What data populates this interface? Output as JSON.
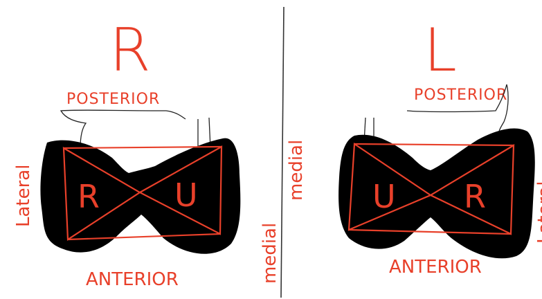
{
  "divider_color": "#333333",
  "accent_color": "#e8402a",
  "left_panel": {
    "side_letter": "R",
    "top_label": "POSTERIOR",
    "bottom_label": "ANTERIOR",
    "outer_label": "Lateral",
    "inner_label": "medial",
    "left_triangle_letter": "R",
    "right_triangle_letter": "U"
  },
  "right_panel": {
    "side_letter": "L",
    "top_label": "POSTERIOR",
    "bottom_label": "ANTERIOR",
    "outer_label": "Lateral",
    "inner_label": "medial",
    "left_triangle_letter": "U",
    "right_triangle_letter": "R"
  }
}
